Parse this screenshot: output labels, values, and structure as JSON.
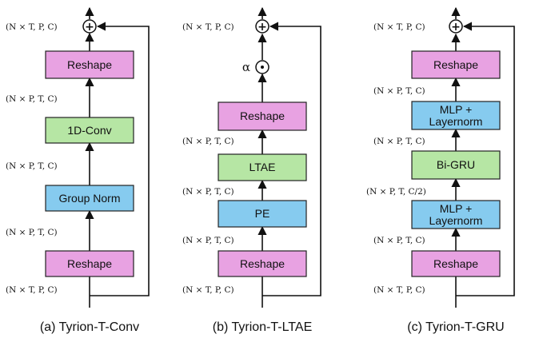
{
  "colors": {
    "reshape_fill": "#e8a2e2",
    "conv_fill": "#b6e6a4",
    "norm_fill": "#86cbef",
    "stroke": "#222222"
  },
  "panel_a": {
    "caption": "(a) Tyrion-T-Conv",
    "blocks": [
      "Reshape",
      "1D-Conv",
      "Group Norm",
      "Reshape"
    ],
    "dims": [
      "(N × T, P, C)",
      "(N × P, T, C)",
      "(N × P, T, C)",
      "(N × P, T, C)",
      "(N × T, P, C)"
    ]
  },
  "panel_b": {
    "caption": "(b) Tyrion-T-LTAE",
    "alpha": "α",
    "blocks": [
      "Reshape",
      "LTAE",
      "PE",
      "Reshape"
    ],
    "dims": [
      "(N × T, P, C)",
      "(N × P, T, C)",
      "(N × P, T, C)",
      "(N × P, T, C)",
      "(N × T, P, C)"
    ]
  },
  "panel_c": {
    "caption": "(c) Tyrion-T-GRU",
    "blocks": [
      "Reshape",
      "MLP +",
      "Layernorm",
      "Bi-GRU",
      "MLP +",
      "Layernorm",
      "Reshape"
    ],
    "dims": [
      "(N × T, P, C)",
      "(N × P, T, C)",
      "(N × P, T, C)",
      "(N × P, T, C/2)",
      "(N × P, T, C)",
      "(N × T, P, C)"
    ]
  }
}
